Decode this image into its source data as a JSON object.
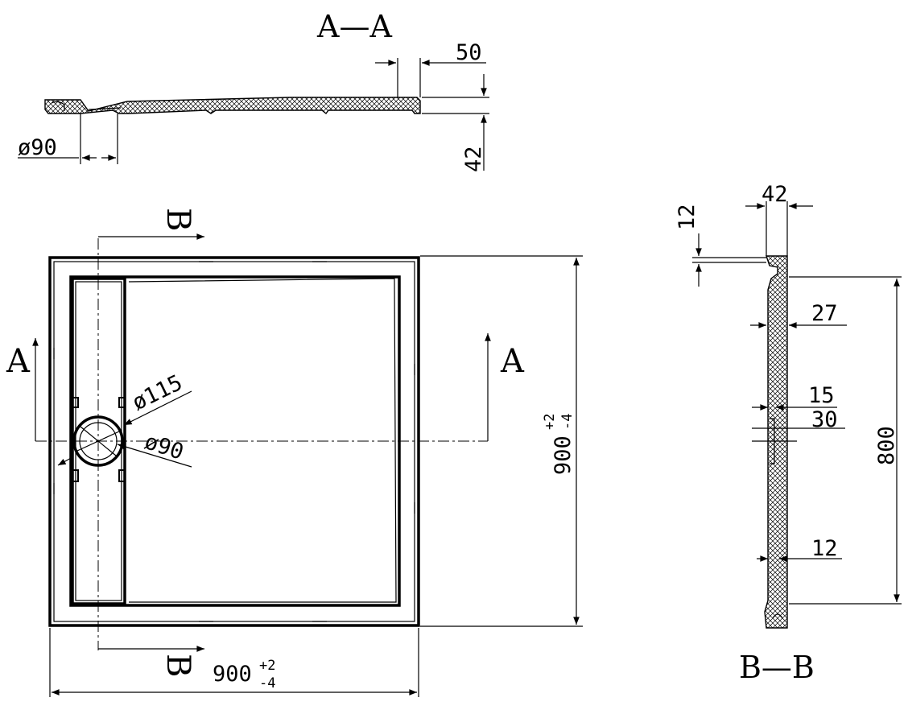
{
  "section_aa": {
    "title": "A—A",
    "dim_width_top": "50",
    "dim_height": "42",
    "dim_drain": "ø90"
  },
  "plan": {
    "cut_a_left": "A",
    "cut_a_right": "A",
    "cut_b_top": "B",
    "cut_b_bottom": "B",
    "dim_outer_drain": "ø115",
    "dim_inner_drain": "ø90",
    "width": {
      "base": "900",
      "plus": "+2",
      "minus": "-4"
    },
    "height": {
      "base": "900",
      "plus": "+2",
      "minus": "-4"
    }
  },
  "section_bb": {
    "title": "B—B",
    "dim_top_width": "42",
    "dim_lip": "12",
    "dim_27": "27",
    "dim_15": "15",
    "dim_30": "30",
    "dim_12_bottom": "12",
    "dim_length": "800"
  }
}
